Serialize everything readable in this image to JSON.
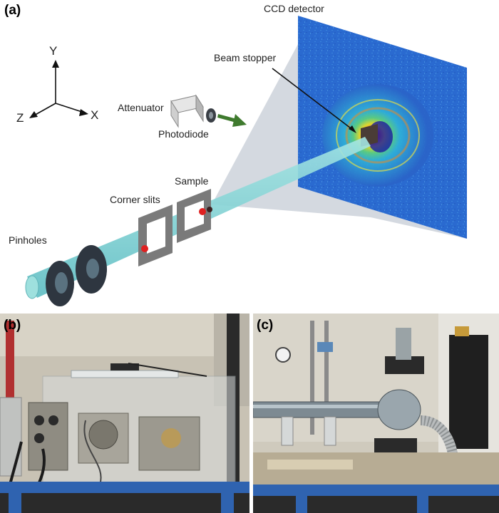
{
  "panel_a": {
    "letter": "(a)",
    "labels": {
      "ccd": "CCD detector",
      "beam_stopper": "Beam stopper",
      "attenuator": "Attenuator",
      "photodiode": "Photodiode",
      "sample": "Sample",
      "corner_slits": "Corner slits",
      "pinholes": "Pinholes"
    },
    "axes": {
      "y": "Y",
      "z": "Z",
      "x": "X"
    }
  },
  "panel_b": {
    "letter": "(b)"
  },
  "panel_c": {
    "letter": "(c)"
  },
  "colors": {
    "beam": "#7fd6d6",
    "beam_dark": "#3a8f95",
    "detector_bg": "#2b6fd0",
    "cone": "#c9ced8",
    "marker_red": "#e02020",
    "arrow_green": "#3f7a2e",
    "frame_blue": "#2f63b0"
  }
}
